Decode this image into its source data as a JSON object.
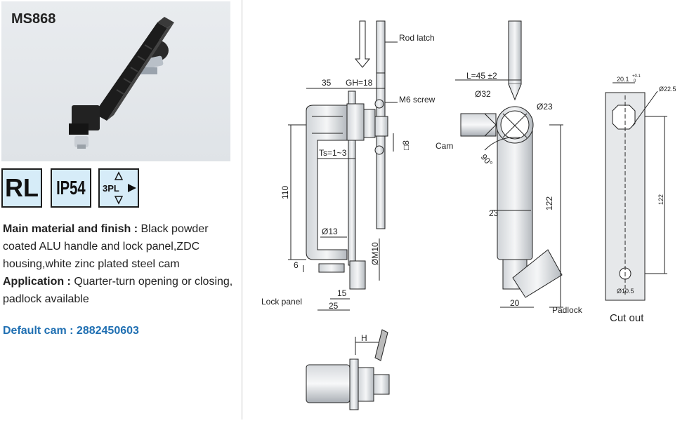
{
  "product": {
    "model": "MS868",
    "badges": {
      "rl": "RL",
      "ip": "IP54",
      "padlock": "3PL"
    },
    "material_label": "Main material and finish :",
    "material_text": " Black powder coated ALU handle and lock panel,ZDC housing,white zinc plated steel cam",
    "application_label": "Application :",
    "application_text": " Quarter-turn opening or closing, padlock available",
    "default_cam_label": "Default cam :",
    "default_cam_value": "2882450603"
  },
  "drawing": {
    "labels": {
      "rod_latch": "Rod latch",
      "m6_screw": "M6 screw",
      "cam": "Cam",
      "lock_panel": "Lock panel",
      "padlock": "Padlock",
      "cut_out": "Cut out"
    },
    "dims": {
      "d35": "35",
      "gh": "GH=18",
      "ts": "Ts=1~3",
      "d110": "110",
      "d13": "Ø13",
      "m10": "ØM10",
      "d6": "6",
      "d15": "15",
      "d25": "25",
      "sq8": "□8",
      "l45": "L=45 ±2",
      "d32": "Ø32",
      "d23c": "Ø23",
      "deg90": "90°",
      "d23": "23",
      "d122": "122",
      "d20": "20",
      "co_w": "20.1",
      "co_tol": "+0.1",
      "co_tol2": "0",
      "co_d225": "Ø22.5",
      "co_122": "122",
      "co_d105": "Ø10.5",
      "h": "H"
    }
  }
}
